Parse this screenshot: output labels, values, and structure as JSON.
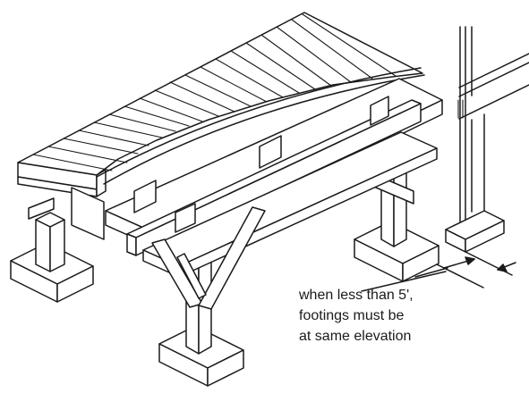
{
  "annotation": {
    "lines": [
      "when less than 5',",
      "footings must be",
      "at same elevation"
    ]
  },
  "colors": {
    "ink": "#1a1a1a",
    "paper": "#ffffff"
  }
}
